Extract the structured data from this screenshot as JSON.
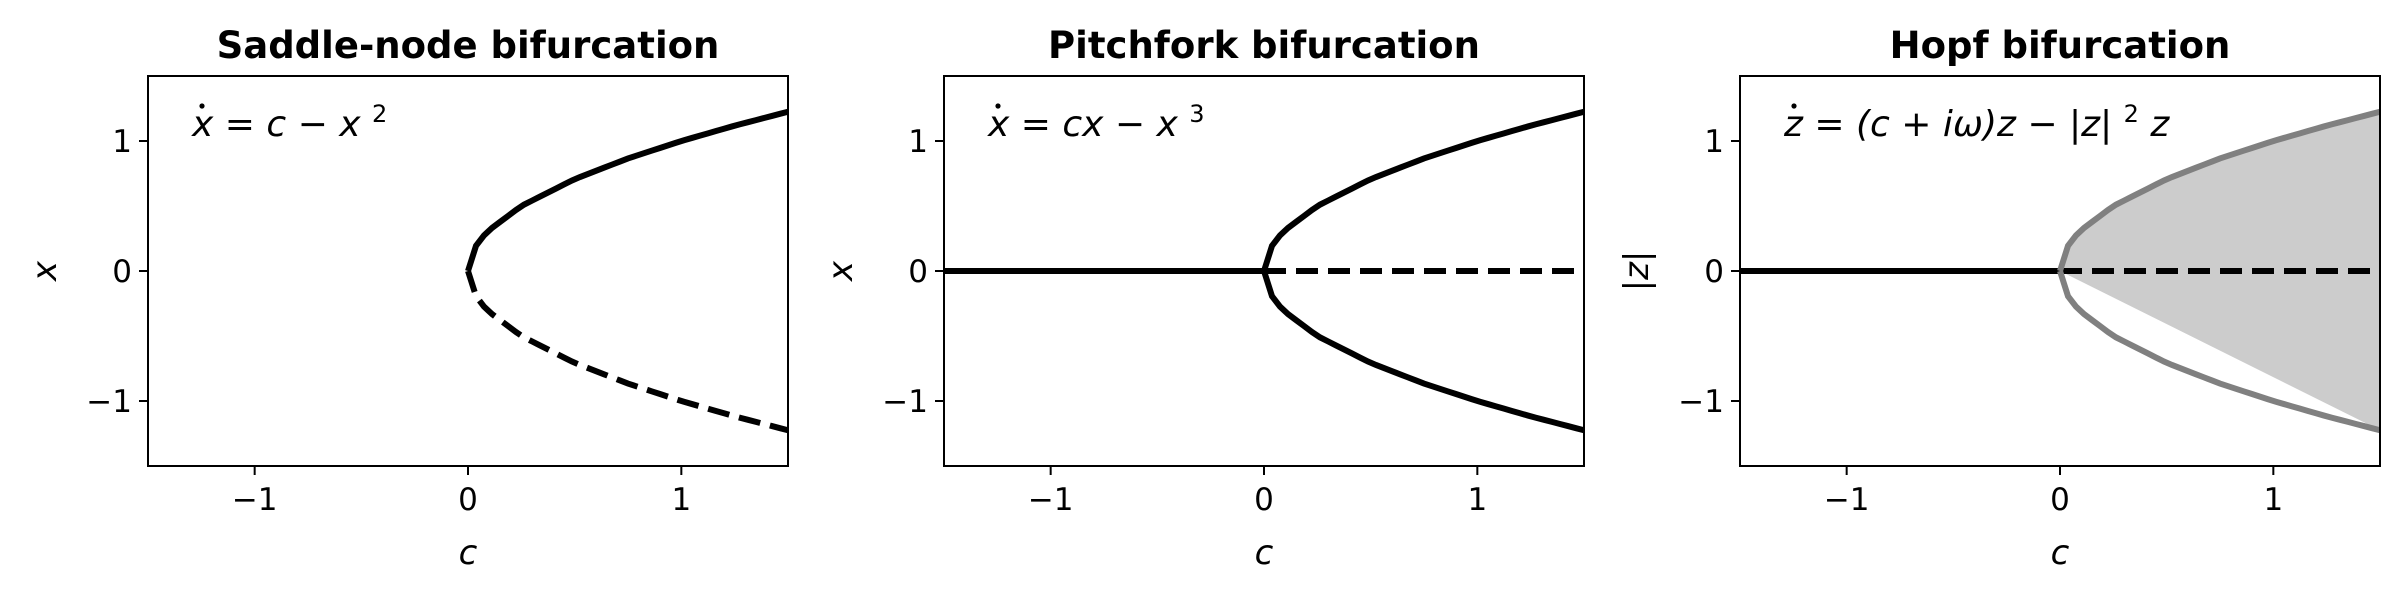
{
  "chart_data": [
    {
      "type": "line",
      "title": "Saddle-node bifurcation",
      "equation": {
        "lhs": "x",
        "rhs": "c − x",
        "sup": "2"
      },
      "xlabel": "c",
      "ylabel": "x",
      "xlim": [
        -1.5,
        1.5
      ],
      "ylim": [
        -1.5,
        1.5
      ],
      "xticks": [
        -1,
        0,
        1
      ],
      "yticks": [
        -1,
        0,
        1
      ],
      "xtick_labels": [
        "−1",
        "0",
        "1"
      ],
      "ytick_labels": [
        "−1",
        "0",
        "1"
      ],
      "grid": false,
      "series": [
        {
          "style": "solid",
          "color": "#000000",
          "x": [
            0,
            0.1,
            0.25,
            0.5,
            0.75,
            1.0,
            1.25,
            1.5
          ],
          "y": [
            0,
            0.316,
            0.5,
            0.707,
            0.866,
            1.0,
            1.118,
            1.225
          ]
        },
        {
          "style": "dashed",
          "color": "#000000",
          "x": [
            0,
            0.1,
            0.25,
            0.5,
            0.75,
            1.0,
            1.25,
            1.5
          ],
          "y": [
            0,
            -0.316,
            -0.5,
            -0.707,
            -0.866,
            -1.0,
            -1.118,
            -1.225
          ]
        }
      ]
    },
    {
      "type": "line",
      "title": "Pitchfork bifurcation",
      "equation": {
        "lhs": "x",
        "rhs": "cx − x",
        "sup": "3"
      },
      "xlabel": "c",
      "ylabel": "x",
      "xlim": [
        -1.5,
        1.5
      ],
      "ylim": [
        -1.5,
        1.5
      ],
      "xticks": [
        -1,
        0,
        1
      ],
      "yticks": [
        -1,
        0,
        1
      ],
      "xtick_labels": [
        "−1",
        "0",
        "1"
      ],
      "ytick_labels": [
        "−1",
        "0",
        "1"
      ],
      "grid": false,
      "series": [
        {
          "style": "solid",
          "color": "#000000",
          "x": [
            -1.5,
            0
          ],
          "y": [
            0,
            0
          ]
        },
        {
          "style": "dashed",
          "color": "#000000",
          "x": [
            0,
            1.5
          ],
          "y": [
            0,
            0
          ]
        },
        {
          "style": "solid",
          "color": "#000000",
          "x": [
            0,
            0.1,
            0.25,
            0.5,
            0.75,
            1.0,
            1.25,
            1.5
          ],
          "y": [
            0,
            0.316,
            0.5,
            0.707,
            0.866,
            1.0,
            1.118,
            1.225
          ]
        },
        {
          "style": "solid",
          "color": "#000000",
          "x": [
            0,
            0.1,
            0.25,
            0.5,
            0.75,
            1.0,
            1.25,
            1.5
          ],
          "y": [
            0,
            -0.316,
            -0.5,
            -0.707,
            -0.866,
            -1.0,
            -1.118,
            -1.225
          ]
        }
      ]
    },
    {
      "type": "line",
      "title": "Hopf bifurcation",
      "equation": {
        "lhs": "z",
        "rhs": "(c + iω)z − |z|",
        "sup": "2",
        "tail": "z"
      },
      "xlabel": "c",
      "ylabel": "|z|",
      "xlim": [
        -1.5,
        1.5
      ],
      "ylim": [
        -1.5,
        1.5
      ],
      "xticks": [
        -1,
        0,
        1
      ],
      "yticks": [
        -1,
        0,
        1
      ],
      "xtick_labels": [
        "−1",
        "0",
        "1"
      ],
      "ytick_labels": [
        "−1",
        "0",
        "1"
      ],
      "grid": false,
      "fill": {
        "color": "#cccccc",
        "x": [
          0,
          0.1,
          0.25,
          0.5,
          0.75,
          1.0,
          1.25,
          1.5
        ],
        "upper": [
          0,
          0.316,
          0.5,
          0.707,
          0.866,
          1.0,
          1.118,
          1.225
        ],
        "lower": [
          0,
          -0.316,
          -0.5,
          -0.707,
          -0.866,
          -1.0,
          -1.118,
          -1.225
        ]
      },
      "series": [
        {
          "style": "solid",
          "color": "#000000",
          "x": [
            -1.5,
            0
          ],
          "y": [
            0,
            0
          ]
        },
        {
          "style": "dashed",
          "color": "#000000",
          "x": [
            0,
            1.5
          ],
          "y": [
            0,
            0
          ]
        },
        {
          "style": "solid",
          "color": "#808080",
          "x": [
            0,
            0.1,
            0.25,
            0.5,
            0.75,
            1.0,
            1.25,
            1.5
          ],
          "y": [
            0,
            0.316,
            0.5,
            0.707,
            0.866,
            1.0,
            1.118,
            1.225
          ]
        },
        {
          "style": "solid",
          "color": "#808080",
          "x": [
            0,
            0.1,
            0.25,
            0.5,
            0.75,
            1.0,
            1.25,
            1.5
          ],
          "y": [
            0,
            -0.316,
            -0.5,
            -0.707,
            -0.866,
            -1.0,
            -1.118,
            -1.225
          ]
        }
      ]
    }
  ]
}
